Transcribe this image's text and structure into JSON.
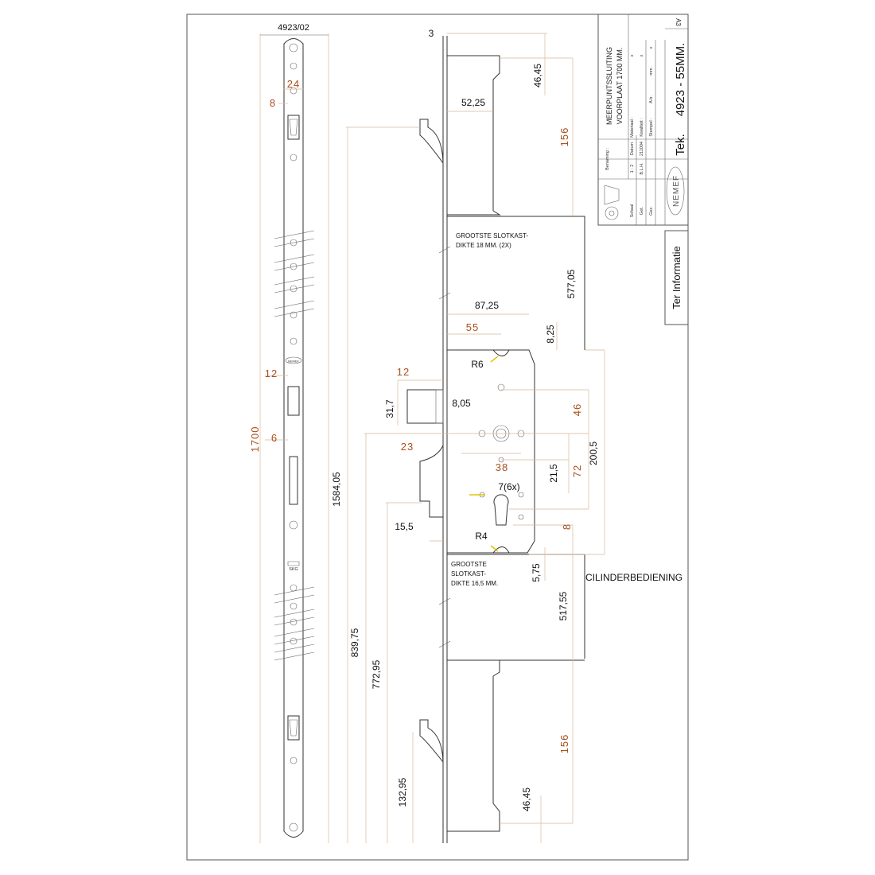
{
  "drawing": {
    "part_number": "4923/02",
    "dims_orange": {
      "plate_width": "24",
      "hook_offset": "8",
      "overall_length": "1700",
      "slot_12": "12",
      "slot_6": "6",
      "bolt_12": "12",
      "backset_55": "55",
      "dim_46": "46",
      "dim_38": "38",
      "dim_72": "72",
      "dim_23": "23",
      "dim_8": "8",
      "dim_156_top": "156",
      "dim_156_bottom": "156"
    },
    "dims_black": {
      "dim_3": "3",
      "dim_46_45_top": "46,45",
      "dim_52_25": "52,25",
      "dim_577_05": "577,05",
      "dim_87_25": "87,25",
      "dim_8_25": "8,25",
      "dim_R6": "R6",
      "dim_31_7": "31,7",
      "dim_8_05": "8,05",
      "dim_200_5": "200,5",
      "dim_21_5": "21,5",
      "dim_7_6x": "7(6x)",
      "dim_1584_05": "1584,05",
      "dim_15_5": "15,5",
      "dim_R4": "R4",
      "dim_5_75": "5,75",
      "dim_517_55": "517,55",
      "dim_839_75": "839,75",
      "dim_772_95": "772,95",
      "dim_132_95": "132,95",
      "dim_46_45_bottom": "46,45"
    },
    "notes": {
      "gearbox_upper_1": "GROOTSTE SLOTKAST-",
      "gearbox_upper_2": "DIKTE 18 MM. (2X)",
      "gearbox_lower_1": "GROOTSTE",
      "gearbox_lower_2": "SLOTKAST-",
      "gearbox_lower_3": "DIKTE 16,5 MM.",
      "cylinder_operation": "CILINDERBEDIENING",
      "plate_logo": "NEMEF",
      "plate_stamp": "SKG"
    }
  },
  "title_block": {
    "sheet_size": "A3",
    "description_1": "MEERPUNTSSLUITING",
    "description_2": "VOORPLAAT 1700 MM.",
    "benaming_label": "Benaming :",
    "schaal_label": "Schaal",
    "schaal_value": "1 : 2",
    "datum_label": "Datum",
    "datum_value": "211004",
    "materiaal_label": "Materiaal :",
    "materiaal_value": "x",
    "geti_label": "Get.",
    "geti_value": "B.L.H.",
    "kwaliteit_label": "Kwaliteit :",
    "kwaliteit_value": "x",
    "gecz_label": "Gez.",
    "stempel_label": "Stempel :",
    "afk_value": "A.b.",
    "mm_value": "mm",
    "stempel_value": "x",
    "logo": "NEMEF",
    "tek_label": "Tek.",
    "drawing_number": "4923 - 55MM.",
    "info_stamp": "Ter Informatie"
  }
}
